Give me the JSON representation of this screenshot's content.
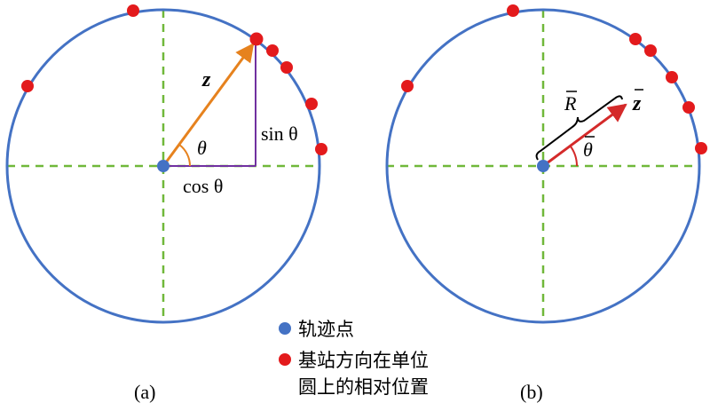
{
  "panel_a": {
    "caption": "(a)",
    "vector_label": "z",
    "angle_label": "θ",
    "sin_label": "sin θ",
    "cos_label": "cos θ"
  },
  "panel_b": {
    "caption": "(b)",
    "resultant_label": "R",
    "mean_vector_label": "z",
    "mean_angle_label": "θ"
  },
  "legend": {
    "trajectory_point": "轨迹点",
    "station_direction_line1": "基站方向在单位",
    "station_direction_line2": "圆上的相对位置"
  },
  "colors": {
    "circle": "#4472c4",
    "axis_dash": "#70b83a",
    "station_dot": "#e31a1c",
    "trajectory_dot": "#4472c4",
    "vector_a": "#e6821e",
    "projection": "#7030a0",
    "vector_b": "#d42a2a"
  }
}
